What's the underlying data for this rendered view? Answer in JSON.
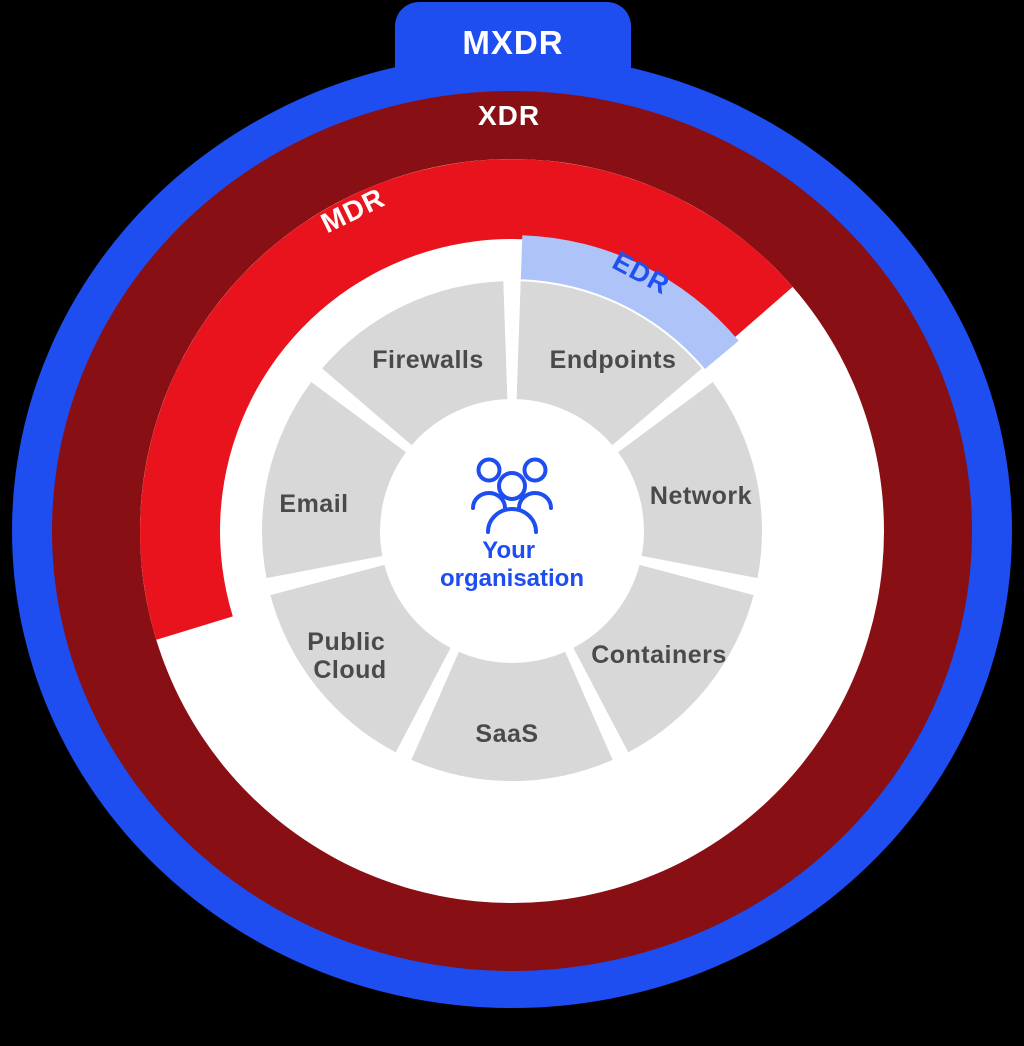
{
  "colors": {
    "background": "#000000",
    "blue": "#1e4df0",
    "dark_red": "#880f14",
    "red": "#e8131c",
    "edr_fill": "#aec4f8",
    "edr_text": "#2150f0",
    "white": "#ffffff",
    "wedge_gray": "#d8d8d8",
    "wedge_text": "#4a4a4a",
    "org_text": "#1e4df0"
  },
  "rings": {
    "mxdr_label": "MXDR",
    "xdr_label": "XDR",
    "mdr_label": "MDR",
    "edr_label": "EDR"
  },
  "center": {
    "icon": "people-group-icon",
    "label_line1": "Your",
    "label_line2": "organisation"
  },
  "segments": [
    {
      "label": "Firewalls"
    },
    {
      "label": "Endpoints"
    },
    {
      "label": "Network"
    },
    {
      "label": "Containers"
    },
    {
      "label": "SaaS"
    },
    {
      "label": "Public Cloud",
      "line1": "Public",
      "line2": "Cloud"
    },
    {
      "label": "Email"
    }
  ]
}
